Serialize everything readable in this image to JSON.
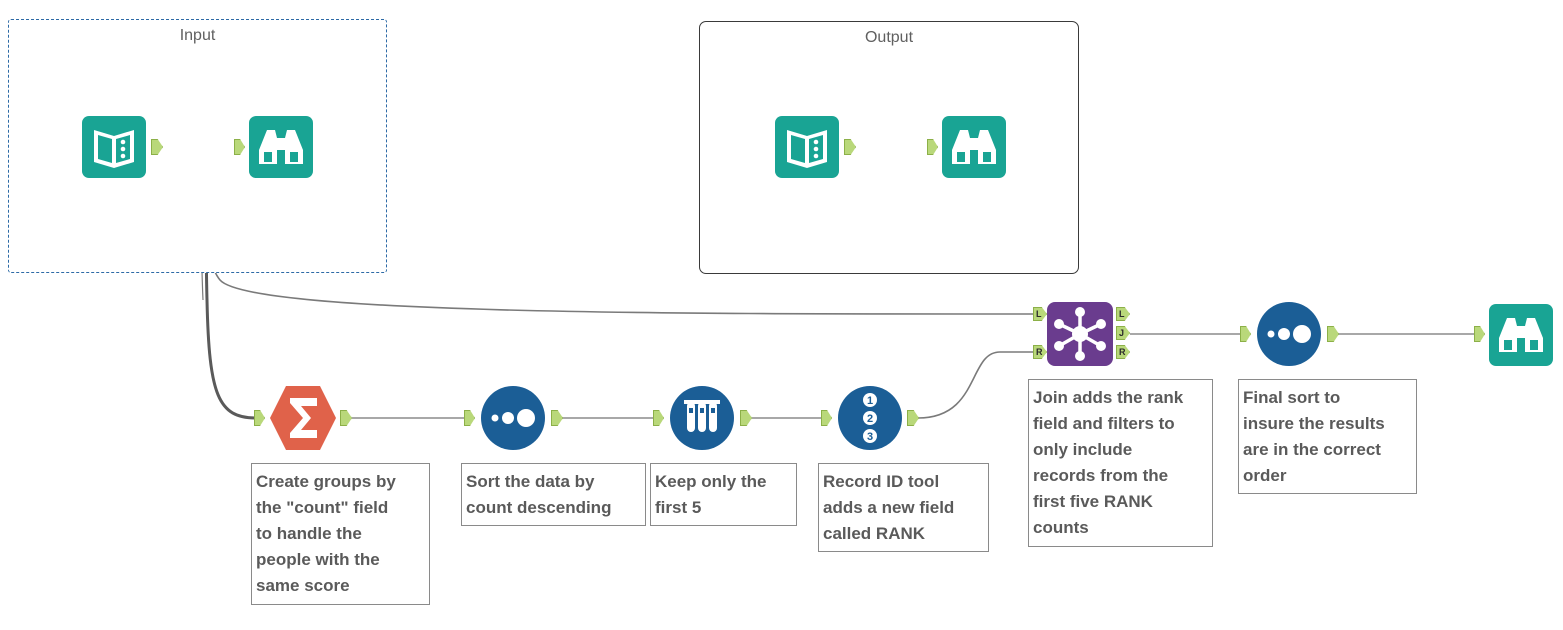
{
  "containers": {
    "input_title": "Input",
    "output_title": "Output"
  },
  "icons": {
    "input_data": "book-icon",
    "browse": "binoculars-icon",
    "summarize": "sigma-icon",
    "sort": "dots-icon",
    "sample": "test-tubes-icon",
    "record_id": "numbered-list-icon",
    "join": "join-network-icon"
  },
  "colors": {
    "teal": "#19a494",
    "orange_red": "#e0624a",
    "dark_blue": "#1b5e96",
    "purple": "#6a3c8e",
    "anchor_green": "#b9d87a",
    "wire": "#8c8c8c"
  },
  "join_anchors": {
    "left": "L",
    "right": "R",
    "join": "J"
  },
  "annotations": {
    "summarize": "Create groups by\nthe \"count\" field\nto handle the\npeople with the\nsame score",
    "sort": "Sort the data by\ncount descending",
    "sample": "Keep only the\nfirst 5",
    "record_id": "Record ID tool\nadds a new field\ncalled RANK",
    "join": "Join adds the rank\nfield and filters to\nonly include\nrecords from the\nfirst five RANK\ncounts",
    "final_sort": "Final sort to\ninsure the results\nare in the correct\norder"
  }
}
